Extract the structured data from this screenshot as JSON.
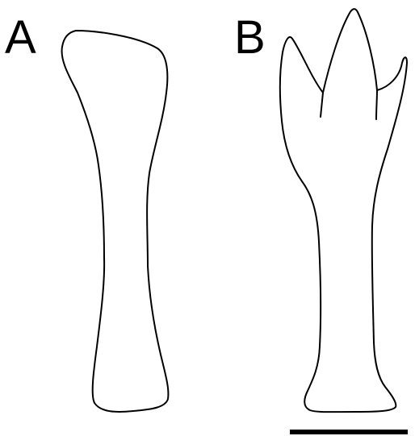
{
  "figure": {
    "panels": [
      {
        "label": "A",
        "subject": "bone-outline-a"
      },
      {
        "label": "B",
        "subject": "bone-outline-b"
      }
    ],
    "line_color": "#000000",
    "background": "#ffffff",
    "scale_bar": {
      "shown": true,
      "label": ""
    }
  }
}
